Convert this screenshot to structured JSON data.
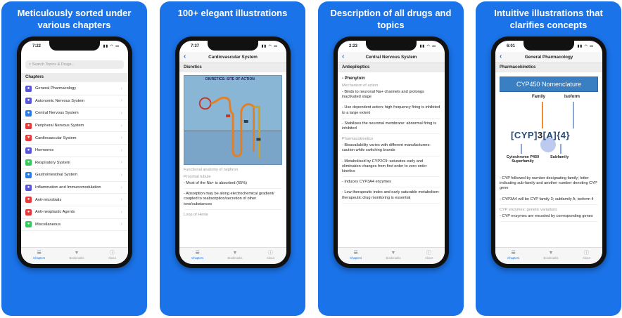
{
  "panels": [
    {
      "title": "Meticulously sorted under various chapters",
      "time": "7:22",
      "search_placeholder": "Search Topics & Drugs...",
      "section_header": "Chapters",
      "chapters": [
        {
          "label": "General Pharmacology",
          "color": "#5856d6",
          "icon": "pill-icon"
        },
        {
          "label": "Autonomic Nervous System",
          "color": "#5856d6",
          "icon": "nerve-icon"
        },
        {
          "label": "Central Nervous System",
          "color": "#2c7be5",
          "icon": "brain-icon"
        },
        {
          "label": "Peripheral Nervous System",
          "color": "#e5393a",
          "icon": "nerve-icon"
        },
        {
          "label": "Cardiovascular System",
          "color": "#e5393a",
          "icon": "heart-icon"
        },
        {
          "label": "Hormones",
          "color": "#5856d6",
          "icon": "hormone-icon"
        },
        {
          "label": "Respiratory System",
          "color": "#34c759",
          "icon": "lungs-icon"
        },
        {
          "label": "Gastrointestinal System",
          "color": "#2c7be5",
          "icon": "stomach-icon"
        },
        {
          "label": "Inflammation and Immunomodulation",
          "color": "#5856d6",
          "icon": "immune-icon"
        },
        {
          "label": "Anti-microbials",
          "color": "#e5393a",
          "icon": "microbe-icon"
        },
        {
          "label": "Anti-neoplastic Agents",
          "color": "#e5393a",
          "icon": "cancer-icon"
        },
        {
          "label": "Miscellaneous",
          "color": "#34c759",
          "icon": "misc-icon"
        }
      ]
    },
    {
      "title": "100+ elegant illustrations",
      "time": "7:37",
      "nav_title": "Cardiovascular System",
      "section_header": "Diuretics",
      "figure_title": "DIURETICS: SITE OF ACTION",
      "caption": "Functional anatomy of nephron",
      "subheading": "Proximal tubule",
      "bullets": [
        "Most of the Na+ is absorbed (65%)",
        "Absorption may be along electrochemical gradient/ coupled to reabsorption/secretion of other ions/substances"
      ],
      "next_heading": "Loop of Henle"
    },
    {
      "title": "Description of all drugs and topics",
      "time": "2:23",
      "nav_title": "Central Nervous System",
      "section_header": "Antiepileptics",
      "drug": "- Phenytoin",
      "heading1": "Mechanism of action",
      "moa": [
        "Binds to neuronal Na+ channels and prolongs inactivated stage",
        "Use dependent action: high frequency firing is inhibited to a large extent",
        "Stabilises the neuronal membrane: abnormal firing is inhibited"
      ],
      "heading2": "Pharmacokinetics",
      "pk": [
        "Bioavailability varies with different manufacturers: caution while switching brands",
        "Metabolised by CYP2C9: saturates early and elimination changes from first order to zero order kinetics",
        "Induces CYP3A4 enzymes",
        "Low therapeutic index and early saturable metabolism: therapeutic drug monitoring is essential"
      ]
    },
    {
      "title": "Intuitive illustrations that clarifies concepts",
      "time": "6:01",
      "nav_title": "General Pharmacology",
      "section_header": "Pharmacokinetics",
      "banner": "CYP450 Nomenclature",
      "family_label": "Family",
      "isoform_label": "Isoform",
      "cyp_text": "CYP",
      "num1": "3",
      "letter": "A",
      "num2": "4",
      "cyto_label": "Cytochrome P450 Superfamily",
      "subfam_label": "Subfamily",
      "bullets": [
        "CYP followed by number designating family; letter indicating sub-family and another number denoting CYP gene",
        "CYP3A4 will be CYP family 3; subfamily A; isoform 4"
      ],
      "heading": "CYP enzymes: genetic variations",
      "bullets2": [
        "CYP enzymes are encoded by corresponding genes"
      ]
    }
  ],
  "tabs": [
    "Chapters",
    "Bookmarks",
    "About"
  ]
}
